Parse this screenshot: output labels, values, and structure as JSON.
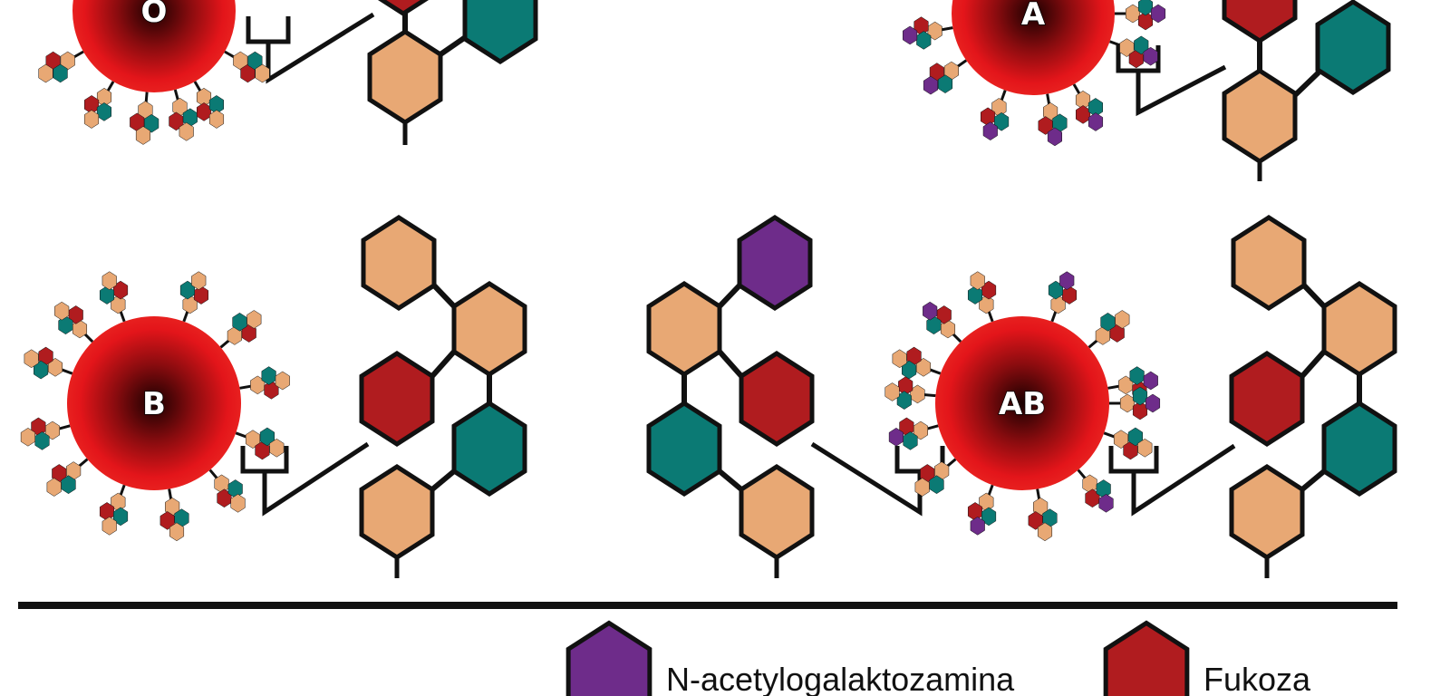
{
  "colors": {
    "galactose": "#e8a874",
    "glucosamine": "#0b7a74",
    "fucose": "#b01c1f",
    "galactosamine": "#6e2c8a",
    "cell": "#e3151a",
    "outline": "#111111"
  },
  "cells": [
    {
      "id": "O",
      "label": "O"
    },
    {
      "id": "A",
      "label": "A"
    },
    {
      "id": "B",
      "label": "B"
    },
    {
      "id": "AB",
      "label": "AB"
    }
  ],
  "legend": [
    {
      "label": "N-acetylogalaktozamina",
      "color_key": "galactosamine"
    },
    {
      "label": "Fukoza",
      "color_key": "fucose"
    }
  ]
}
